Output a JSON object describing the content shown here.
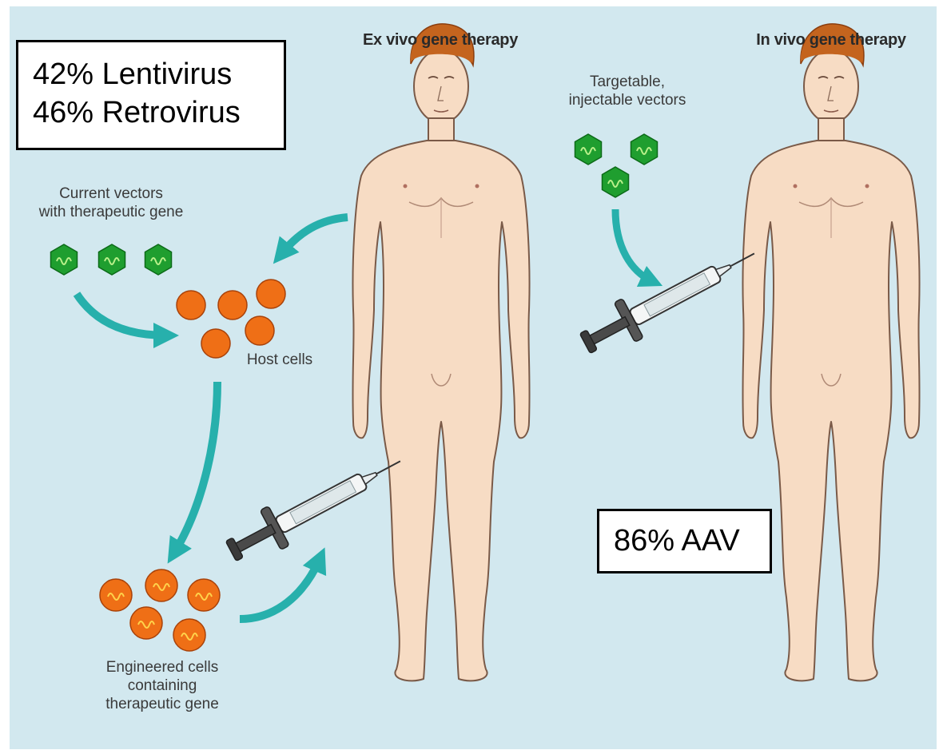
{
  "titles": {
    "ex_vivo": "Ex vivo gene therapy",
    "in_vivo": "In vivo gene therapy"
  },
  "labels": {
    "current_vectors": [
      "Current vectors",
      "with therapeutic gene"
    ],
    "host_cells": "Host cells",
    "engineered_cells": [
      "Engineered cells",
      "containing",
      "therapeutic gene"
    ],
    "targetable_vectors": [
      "Targetable,",
      "injectable vectors"
    ]
  },
  "callouts": {
    "ex_vivo": [
      "42% Lentivirus",
      "46% Retrovirus"
    ],
    "in_vivo": "86% AAV"
  },
  "colors": {
    "background": "#d2e8ef",
    "skin": "#f7dcc4",
    "skin_outline": "#7a5a48",
    "hair": "#c4641e",
    "vector_green": "#1f9e2f",
    "cell_orange": "#ef6f16",
    "arrow_teal": "#27b0ac",
    "callout_border": "#000000"
  },
  "icons": [
    "hexagon-vector-icon",
    "orange-cell-icon",
    "syringe-icon",
    "curved-arrow-icon",
    "human-figure-icon"
  ]
}
